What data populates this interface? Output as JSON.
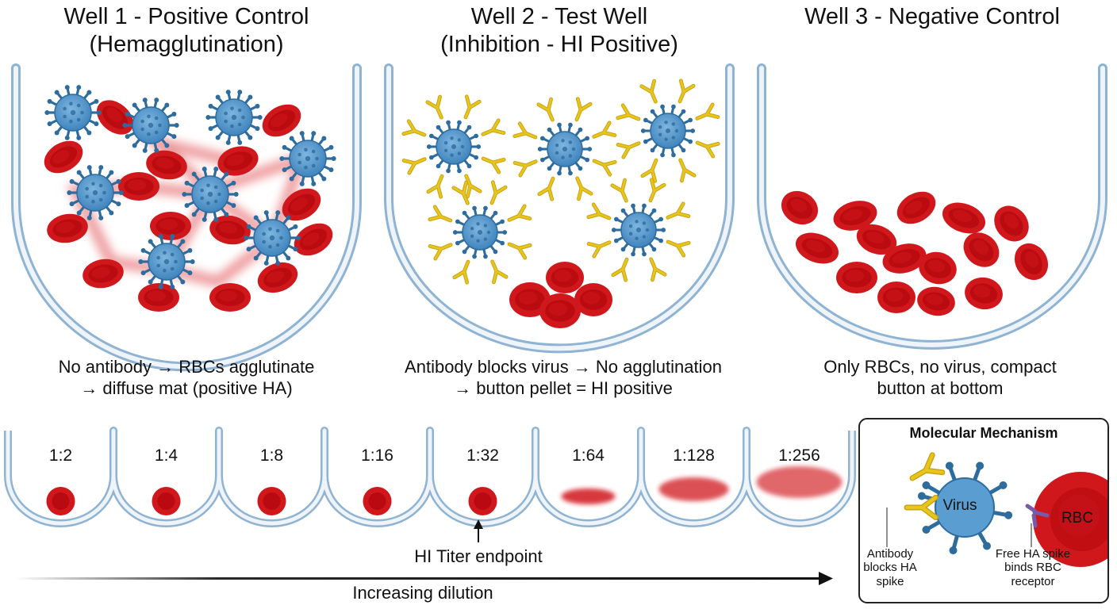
{
  "wells": [
    {
      "title_line1": "Well 1 - Positive Control",
      "title_line2": "(Hemagglutination)",
      "caption_line1": "No antibody → RBCs agglutinate",
      "caption_line2": "→ diffuse mat (positive HA)"
    },
    {
      "title_line1": "Well 2 - Test Well",
      "title_line2": "(Inhibition - HI Positive)",
      "caption_line1": "Antibody blocks virus → No agglutination",
      "caption_line2": "→ button pellet = HI positive"
    },
    {
      "title_line1": "Well 3 - Negative Control",
      "title_line2": "",
      "caption_line1": "Only RBCs, no virus, compact",
      "caption_line2": "button at bottom"
    }
  ],
  "dilutions": [
    {
      "label": "1:2",
      "result": "button"
    },
    {
      "label": "1:4",
      "result": "button"
    },
    {
      "label": "1:8",
      "result": "button"
    },
    {
      "label": "1:16",
      "result": "button"
    },
    {
      "label": "1:32",
      "result": "button"
    },
    {
      "label": "1:64",
      "result": "mat"
    },
    {
      "label": "1:128",
      "result": "mat"
    },
    {
      "label": "1:256",
      "result": "mat"
    }
  ],
  "endpoint_label": "HI Titer endpoint",
  "arrow_label": "Increasing dilution",
  "mechanism": {
    "title": "Molecular Mechanism",
    "virus_label": "Virus",
    "rbc_label": "RBC",
    "antibody_note": [
      "Antibody",
      "blocks HA",
      "spike"
    ],
    "spike_note": [
      "Free HA spike",
      "binds RBC",
      "receptor"
    ]
  },
  "colors": {
    "rbc": "#d0171c",
    "virus": "#4a90c6",
    "antibody": "#e8c51c",
    "well_outline": "#8fb3d3",
    "receptor": "#7a5aa8"
  }
}
